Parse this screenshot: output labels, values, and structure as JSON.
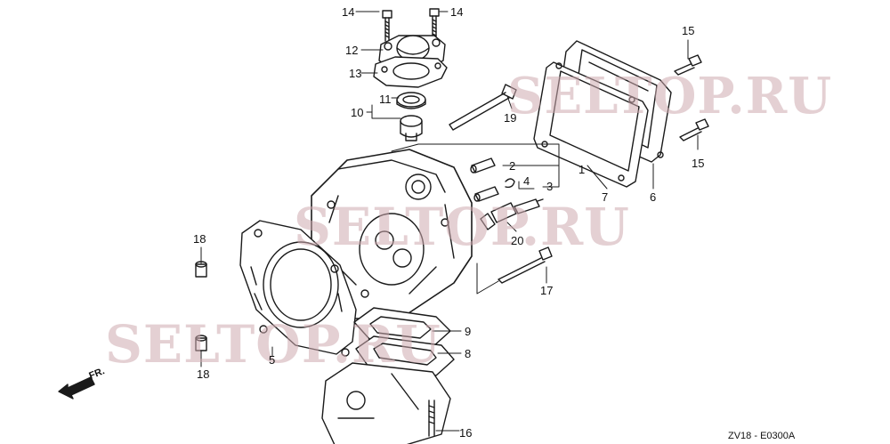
{
  "watermark": {
    "text": "SELTOP.RU"
  },
  "direction_label": "FR.",
  "diagram_code": "ZV18 - E0300A",
  "callouts": {
    "n1": "1",
    "n2": "2",
    "n3": "3",
    "n4": "4",
    "n5": "5",
    "n6": "6",
    "n7": "7",
    "n8": "8",
    "n9": "9",
    "n10": "10",
    "n11": "11",
    "n12": "12",
    "n13": "13",
    "n14a": "14",
    "n14b": "14",
    "n15a": "15",
    "n15b": "15",
    "n16": "16",
    "n17": "17",
    "n18a": "18",
    "n18b": "18",
    "n19": "19",
    "n20": "20"
  }
}
